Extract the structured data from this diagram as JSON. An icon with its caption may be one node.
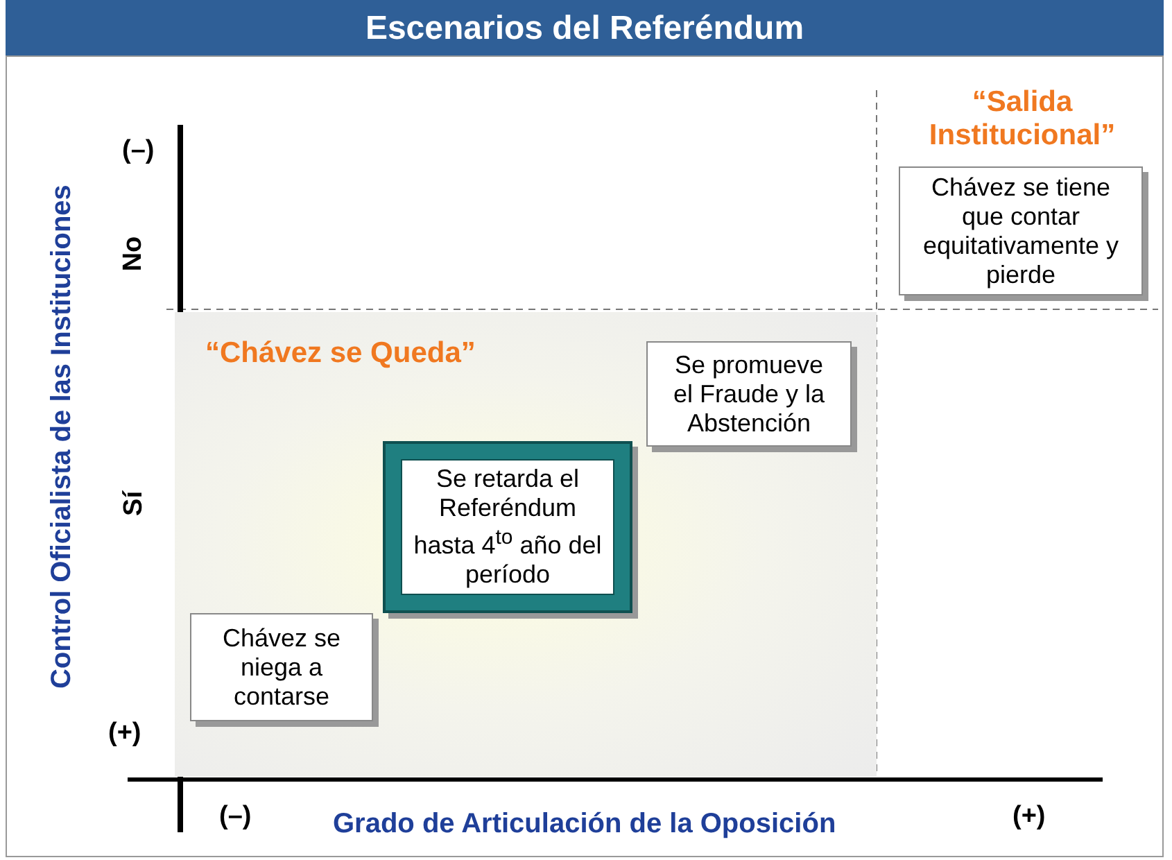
{
  "diagram": {
    "title": "Escenarios del Referéndum",
    "nodes": [
      {
        "text": [
          "“Chávez se Queda”"
        ]
      },
      {
        "text": [
          "Se promueve el Fraude y la Abstención"
        ],
        "in": 0
      },
      {
        "text": [
          "Se retarda el Referéndum hasta 4$^{to}$ año del período"
        ],
        "in": 0
      },
      {
        "text": [
          "Chávez se niega a contarse"
        ],
        "in": 0
      },
      {
        "text": [
          "Chávez se tiene que contar equitativamente y pierde"
        ],
        "beside": [
          "“Salida Institucional”"
        ]
      }
    ],
    "labels": [
      "(–)",
      "No",
      "Sí",
      "(+)",
      "(–)",
      "Grado de Articulación de la Oposición",
      "(+)",
      "Control Oficialista de las Instituciones"
    ]
  }
}
